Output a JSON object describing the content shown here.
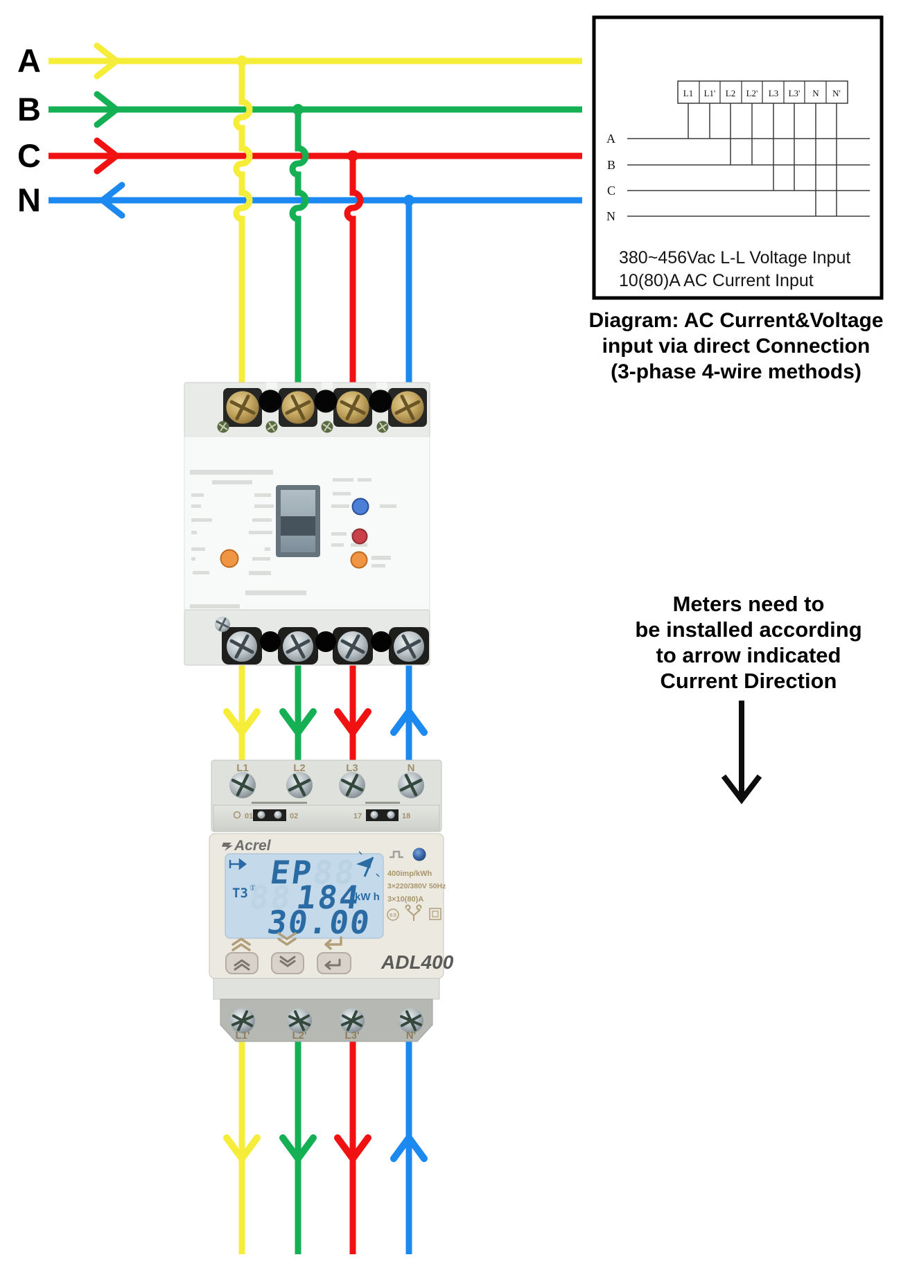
{
  "phases": {
    "labels": [
      "A",
      "B",
      "C",
      "N"
    ],
    "colors": {
      "A": "#F6EC3A",
      "B": "#16B054",
      "C": "#F01212",
      "N": "#1C89F0"
    }
  },
  "terminal_box": {
    "terminals": [
      "L1",
      "L1'",
      "L2",
      "L2'",
      "L3",
      "L3'",
      "N",
      "N'"
    ],
    "line_labels": [
      "A",
      "B",
      "C",
      "N"
    ],
    "voltage_text": "380~456Vac L-L Voltage Input",
    "current_text": "10(80)A AC Current Input"
  },
  "caption": {
    "line1": "Diagram: AC Current&Voltage",
    "line2": "input via direct Connection",
    "line3": "(3-phase 4-wire methods)"
  },
  "note": {
    "line1": "Meters need to",
    "line2": "be installed according",
    "line3": "to arrow indicated",
    "line4": "Current Direction"
  },
  "meter": {
    "brand": "Acrel",
    "model": "ADL400",
    "top_terminals": [
      "L1",
      "L2",
      "L3",
      "N"
    ],
    "bottom_terminals": [
      "L1'",
      "L2'",
      "L3'",
      "N'"
    ],
    "aux_terminal_labels": [
      "01",
      "02",
      "17",
      "18"
    ],
    "lcd": {
      "row1": "EP",
      "row1_ghost": "88",
      "row2": "184",
      "row2_ghost": "88",
      "row3": "30.00",
      "tariff": "T3",
      "tariff_sup": "①",
      "unit": "kW h"
    },
    "side_texts": [
      "400imp/kWh",
      "3×220/380V 50Hz",
      "3×10(80)A"
    ],
    "badge": "0.5"
  }
}
